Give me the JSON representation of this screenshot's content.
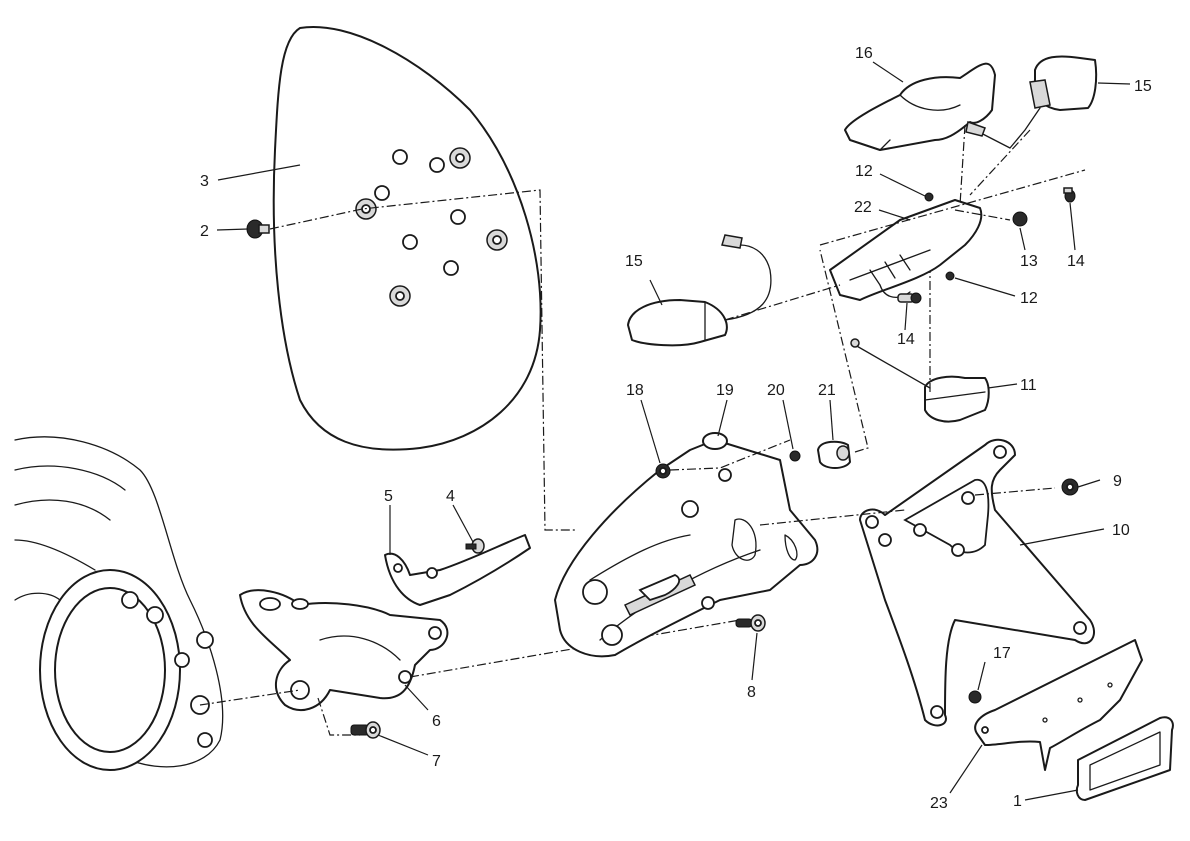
{
  "diagram": {
    "type": "exploded-parts-view",
    "subject": "license plate holder / rear lights assembly",
    "callouts": [
      {
        "id": "c1",
        "label": "1",
        "part": "reflector"
      },
      {
        "id": "c2",
        "label": "2",
        "part": "screw"
      },
      {
        "id": "c3",
        "label": "3",
        "part": "number plate cover"
      },
      {
        "id": "c4",
        "label": "4",
        "part": "screw"
      },
      {
        "id": "c5",
        "label": "5",
        "part": "cable bracket"
      },
      {
        "id": "c6",
        "label": "6",
        "part": "support bracket"
      },
      {
        "id": "c7",
        "label": "7",
        "part": "screw"
      },
      {
        "id": "c8",
        "label": "8",
        "part": "screw"
      },
      {
        "id": "c9",
        "label": "9",
        "part": "nut"
      },
      {
        "id": "c10",
        "label": "10",
        "part": "plate holder frame"
      },
      {
        "id": "c11",
        "label": "11",
        "part": "license plate light"
      },
      {
        "id": "c12a",
        "label": "12",
        "part": "screw"
      },
      {
        "id": "c12b",
        "label": "12",
        "part": "screw"
      },
      {
        "id": "c13",
        "label": "13",
        "part": "nut"
      },
      {
        "id": "c14a",
        "label": "14",
        "part": "screw"
      },
      {
        "id": "c14b",
        "label": "14",
        "part": "screw"
      },
      {
        "id": "c15a",
        "label": "15",
        "part": "turn indicator (right)"
      },
      {
        "id": "c15b",
        "label": "15",
        "part": "turn indicator (left)"
      },
      {
        "id": "c16",
        "label": "16",
        "part": "cover"
      },
      {
        "id": "c17",
        "label": "17",
        "part": "nut"
      },
      {
        "id": "c18",
        "label": "18",
        "part": "nut"
      },
      {
        "id": "c19",
        "label": "19",
        "part": "mounting plate"
      },
      {
        "id": "c20",
        "label": "20",
        "part": "washer"
      },
      {
        "id": "c21",
        "label": "21",
        "part": "spacer"
      },
      {
        "id": "c22",
        "label": "22",
        "part": "indicator support"
      },
      {
        "id": "c23",
        "label": "23",
        "part": "plate bracket"
      }
    ]
  }
}
